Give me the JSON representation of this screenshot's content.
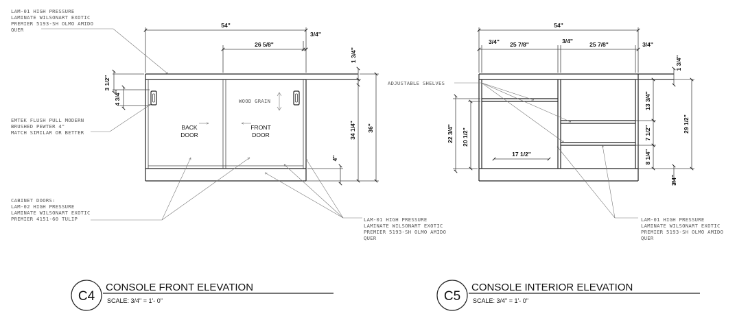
{
  "front": {
    "notes": {
      "top_laminate": [
        "LAM-01 HIGH PRESSURE",
        "LAMINATE WILSONART EXOTIC",
        "PREMIER 5193-SH OLMO AMIDO",
        "QUER"
      ],
      "pull": [
        "EMTEK FLUSH PULL MODERN",
        "BRUSHED PEWTER 4\"",
        "MATCH SIMILAR OR BETTER"
      ],
      "doors": [
        "CABINET DOORS:",
        "LAM-02 HIGH PRESSURE",
        "LAMINATE WILSONART EXOTIC",
        "PREMIER 4151-60 TULIP"
      ],
      "body_laminate": [
        "LAM-01 HIGH PRESSURE",
        "LAMINATE WILSONART EXOTIC",
        "PREMIER 5193-SH OLMO AMIDO",
        "QUER"
      ],
      "wood_grain": "WOOD GRAIN"
    },
    "doors": {
      "back": [
        "BACK",
        "DOOR"
      ],
      "front": [
        "FRONT",
        "DOOR"
      ]
    },
    "dims": {
      "overall_width": "54\"",
      "side_panel": "3/4\"",
      "door_width": "26 5/8\"",
      "top_thickness": "1 3/4\"",
      "top_offset": "3 1/2\"",
      "pull_height": "4 3/4\"",
      "door_height": "34 1/4\"",
      "overall_height": "36\"",
      "base_height": "4\""
    },
    "title": {
      "tag": "C4",
      "name": "CONSOLE FRONT ELEVATION",
      "scale": "SCALE: 3/4\" = 1'- 0\""
    }
  },
  "interior": {
    "notes": {
      "shelves": "ADJUSTABLE SHELVES",
      "laminate": [
        "LAM-01 HIGH PRESSURE",
        "LAMINATE WILSONART EXOTIC",
        "PREMIER 5193-SH OLMO AMIDO",
        "QUER"
      ]
    },
    "dims": {
      "overall_width": "54\"",
      "left_side": "3/4\"",
      "bay_left": "25 7/8\"",
      "center_panel": "3/4\"",
      "bay_right": "25 7/8\"",
      "right_side": "3/4\"",
      "top_thickness": "1 3/4\"",
      "left_height": "22 3/4\"",
      "left_clear": "20 1/2\"",
      "shelf_width": "17 1/2\"",
      "right_upper": "13 3/4\"",
      "right_mid": "7 1/2\"",
      "right_lower": "8 1/4\"",
      "right_total": "29 1/2\"",
      "bottom": "3/4\""
    },
    "title": {
      "tag": "C5",
      "name": "CONSOLE INTERIOR ELEVATION",
      "scale": "SCALE: 3/4\" = 1'- 0\""
    }
  }
}
